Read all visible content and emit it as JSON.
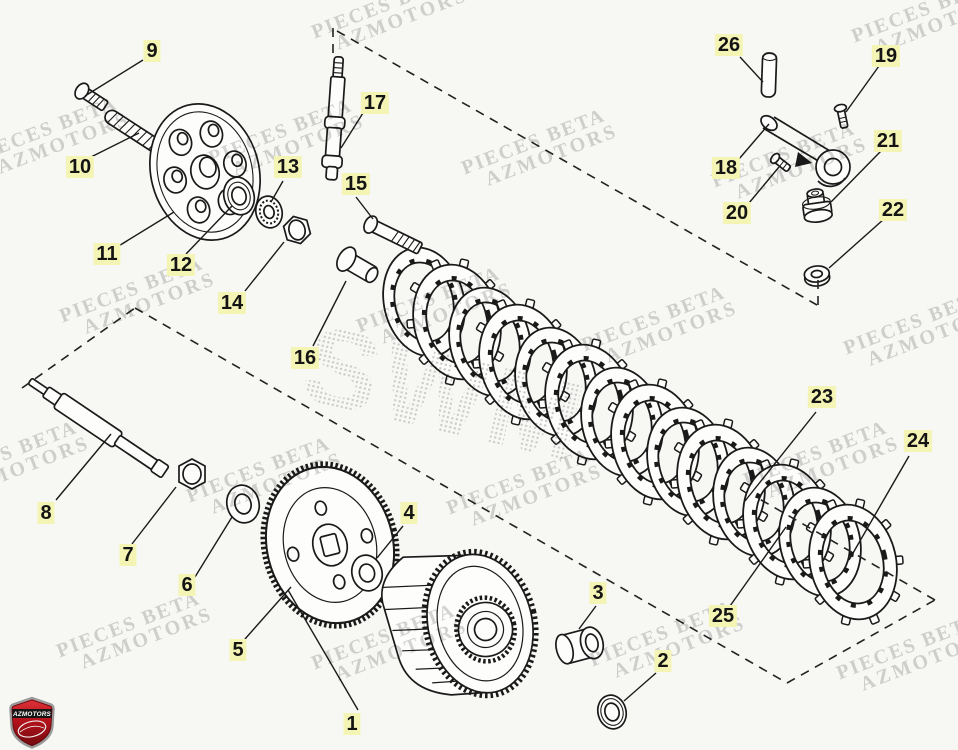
{
  "watermark": {
    "line1": "PIECES BETA",
    "line2": "AZMOTORS",
    "big_text": "SWM",
    "color": "#d5d5d5"
  },
  "logo": {
    "label": "AZMOTORS",
    "shield_color": "#b5121b",
    "band_color": "#151515",
    "text_color": "#ffffff"
  },
  "diagram": {
    "label_bg": "#f4f4b5",
    "label_color": "#141414",
    "line_color": "#1a1a1a",
    "part_labels": [
      "1",
      "2",
      "3",
      "4",
      "5",
      "6",
      "7",
      "8",
      "9",
      "10",
      "11",
      "12",
      "13",
      "14",
      "15",
      "16",
      "17",
      "18",
      "19",
      "20",
      "21",
      "22",
      "23",
      "24",
      "25",
      "26"
    ]
  }
}
